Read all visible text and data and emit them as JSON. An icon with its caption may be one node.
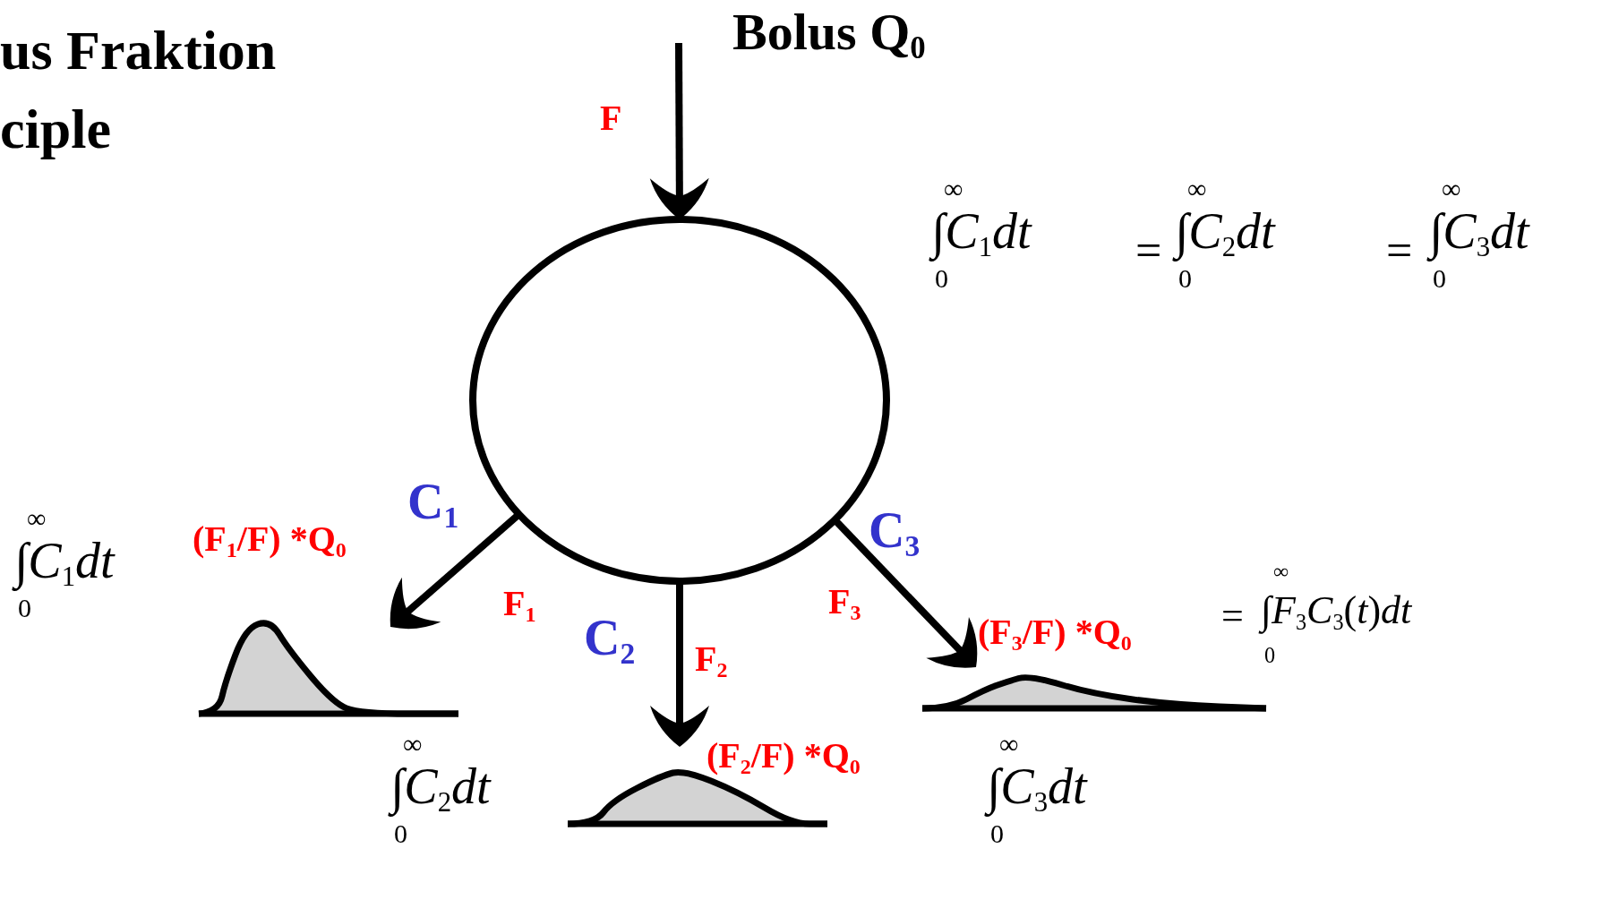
{
  "diagram": {
    "title": "us Fraktion ciple",
    "nodes": [
      {
        "text": [],
        "shape": "circle"
      },
      {
        "text": [],
        "shape": "picture",
        "beside": [
          "(F$_{1}$/F) *Q$_{0}$"
        ]
      },
      {
        "text": [],
        "shape": "picture",
        "beside": [
          "(F$_{2}$/F) *Q$_{0}$"
        ]
      },
      {
        "text": [],
        "shape": "picture",
        "beside": [
          "(F$_{3}$/F) *Q$_{0}$"
        ]
      }
    ],
    "edges": [
      {
        "from": null,
        "to": 0,
        "arrow": "to",
        "label": "F"
      },
      {
        "from": 0,
        "to": 1,
        "arrow": "to",
        "label": "F$_{1}$"
      },
      {
        "from": 0,
        "to": 2,
        "arrow": "to",
        "label": "F$_{2}$"
      },
      {
        "from": 0,
        "to": 3,
        "arrow": "to",
        "label": "F$_{3}$"
      }
    ],
    "labels": [
      "Bolus Q$_{0}$",
      "∫$_{0}$$^{∞}$*C*$_{1}$*dt*",
      "=",
      "∫$_{0}$$^{∞}$*C*$_{2}$*dt*",
      "=",
      "∫$_{0}$$^{∞}$*C*$_{3}$*dt*",
      "∫$_{0}$$^{∞}$*C*$_{1}$*dt*",
      "C$_{1}$",
      "C$_{3}$",
      "=",
      "∫$_{0}$$^{∞}$*F*$_{3}$*C*$_{3}$(*t*)*dt*",
      "C$_{2}$",
      "∫$_{0}$$^{∞}$*C*$_{2}$*dt*",
      "∫$_{0}$$^{∞}$*C*$_{3}$*dt*"
    ]
  }
}
